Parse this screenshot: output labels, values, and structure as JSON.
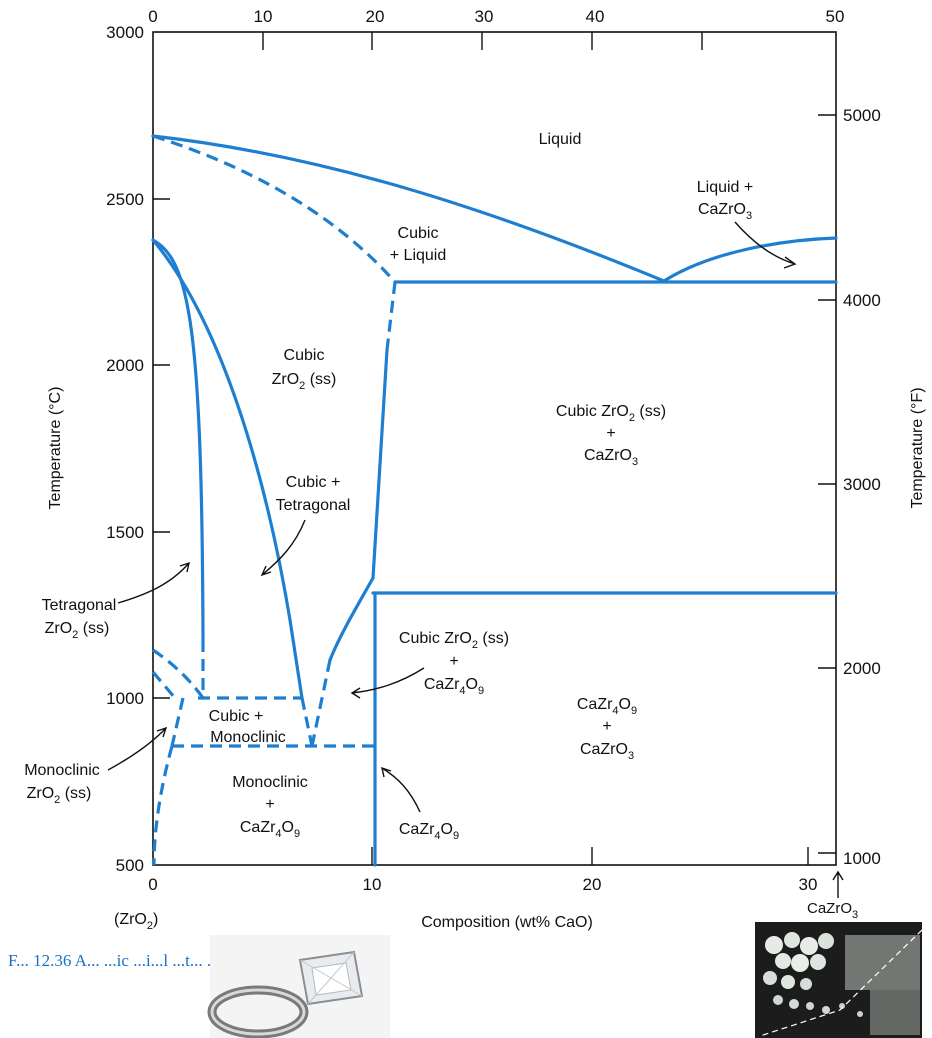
{
  "axes": {
    "top_ticks": [
      "0",
      "10",
      "20",
      "30",
      "40",
      "50"
    ],
    "bottom_ticks": [
      "0",
      "10",
      "20",
      "30"
    ],
    "left_ticks": [
      "500",
      "1000",
      "1500",
      "2000",
      "2500",
      "3000"
    ],
    "right_ticks": [
      "1000",
      "2000",
      "3000",
      "4000",
      "5000"
    ],
    "left_label": "Temperature (°C)",
    "right_label": "Temperature (°F)",
    "bottom_label": "Composition (wt% CaO)",
    "left_end": "(ZrO",
    "left_end_sub": "2",
    "left_end_close": ")",
    "right_end": "CaZrO",
    "right_end_sub": "3"
  },
  "regions": {
    "liquid": "Liquid",
    "liquid_cazro3_1": "Liquid +",
    "liquid_cazro3_2": "CaZrO",
    "cubic_liquid_1": "Cubic",
    "cubic_liquid_2": "+ Liquid",
    "cubic_zro2_1": "Cubic",
    "cubic_zro2_2": "ZrO",
    "cubic_zro2_3": " (ss)",
    "cubic_zro2_cazro3_1": "Cubic ZrO",
    "cubic_zro2_cazro3_1b": " (ss)",
    "plus": "+",
    "cubic_tetragonal_1": "Cubic +",
    "cubic_tetragonal_2": "Tetragonal",
    "tetragonal_1": "Tetragonal",
    "tetragonal_2": "ZrO",
    "tetragonal_3": " (ss)",
    "cubic_cazr4o9_1": "Cubic ZrO",
    "cubic_cazr4o9_1b": " (ss)",
    "cazr4o9_a": "CaZr",
    "cazr4o9_b": "O",
    "cazr4o9_cazro3_1": "CaZr",
    "cazr4o9_cazro3_1b": "O",
    "cazro3": "CaZrO",
    "cubic_monoclinic_1": "Cubic +",
    "cubic_monoclinic_2": "Monoclinic",
    "monoclinic_1": "Monoclinic",
    "monoclinic_2": "ZrO",
    "monoclinic_3": " (ss)",
    "mono_cazr4o9_1": "Monoclinic",
    "mono_cazr4o9_3": "CaZr",
    "mono_cazr4o9_3b": "O",
    "cazr4o9_label": "CaZr",
    "cazr4o9_label_b": "O",
    "sub2": "2",
    "sub3": "3",
    "sub4": "4",
    "sub9": "9"
  },
  "caption_fragment": "F... 12.36  A... ...ic ...i...l ...t... ...l... ...di..."
}
